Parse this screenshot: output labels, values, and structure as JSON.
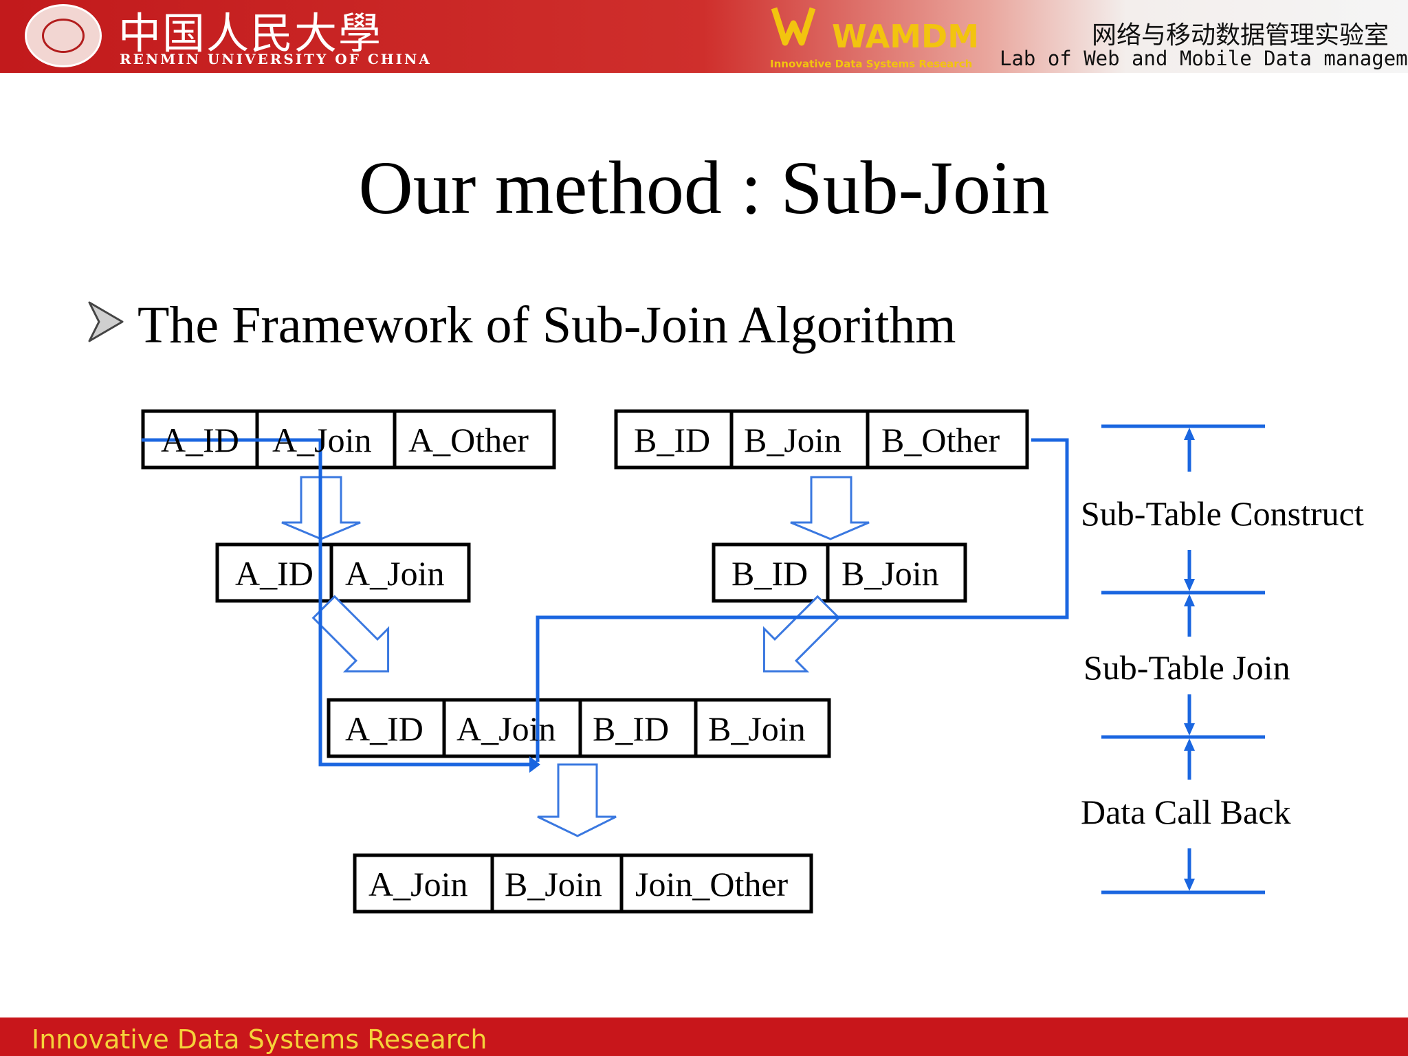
{
  "header": {
    "university_cn": "中国人民大學",
    "university_en": "RENMIN UNIVERSITY OF CHINA",
    "lab_logo_text": "WAMDM",
    "lab_logo_sub": "Innovative Data Systems Research",
    "lab_cn": "网络与移动数据管理实验室",
    "lab_en": "Lab of Web and Mobile Data management"
  },
  "slide": {
    "title": "Our method : Sub-Join",
    "bullet": "The Framework of Sub-Join Algorithm"
  },
  "diagram": {
    "table_a": [
      "A_ID",
      "A_Join",
      "A_Other"
    ],
    "table_b": [
      "B_ID",
      "B_Join",
      "B_Other"
    ],
    "sub_a": [
      "A_ID",
      "A_Join"
    ],
    "sub_b": [
      "B_ID",
      "B_Join"
    ],
    "joined": [
      "A_ID",
      "A_Join",
      "B_ID",
      "B_Join"
    ],
    "result": [
      "A_Join",
      "B_Join",
      "Join_Other"
    ],
    "phases": [
      "Sub-Table Construct",
      "Sub-Table Join",
      "Data Call Back"
    ],
    "colors": {
      "box": "#000000",
      "hollow_arrow": "#3a78e0",
      "path": "#1a66e0"
    }
  },
  "footer": {
    "text": "Innovative Data Systems Research"
  }
}
